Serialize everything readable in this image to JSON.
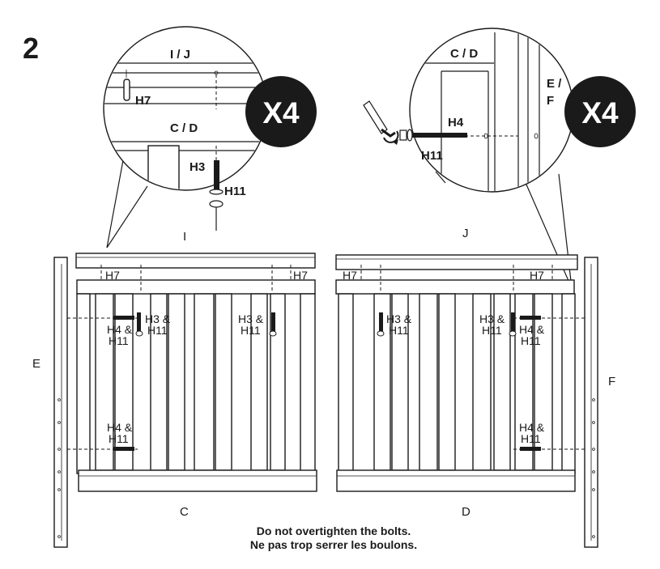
{
  "step_number": "2",
  "multiplier": "X4",
  "detail_left": {
    "top_label": "I / J",
    "mid_label": "C / D",
    "dowel": "H7",
    "bolt": "H3",
    "washer": "H11"
  },
  "detail_right": {
    "top_label": "C / D",
    "side_label_1": "E /",
    "side_label_2": "F",
    "bolt": "H4",
    "washer": "H11"
  },
  "parts": {
    "I": "I",
    "J": "J",
    "C": "C",
    "D": "D",
    "E": "E",
    "F": "F",
    "dowel": "H7",
    "h3_h11_top": "H3 &",
    "h3_h11_bottom": "H11",
    "h4_h11_top": "H4 &",
    "h4_h11_bottom": "H11"
  },
  "notes": {
    "en": "Do not overtighten the bolts.",
    "fr": "Ne pas trop serrer les boulons."
  },
  "colors": {
    "ink": "#1a1a1a",
    "badge": "#1a1a1a",
    "paper": "#ffffff"
  }
}
